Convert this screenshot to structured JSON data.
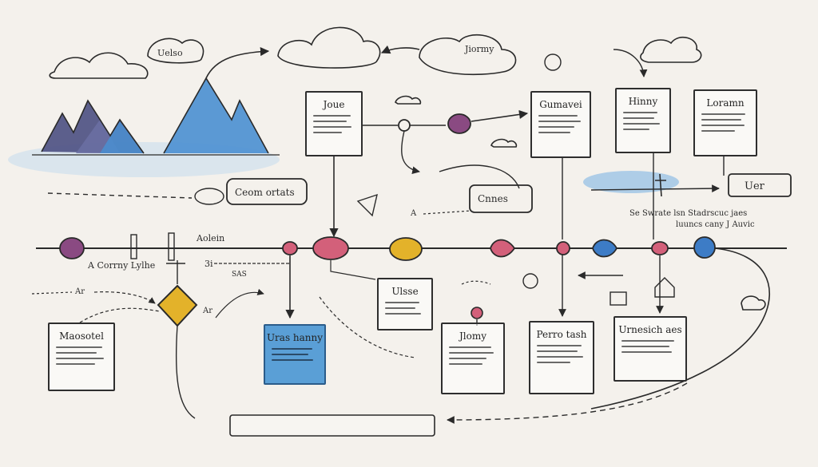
{
  "labels": {
    "cloud_top_left": "Uelso",
    "cloud_top_mid": "Jiormy",
    "card_top_small": "Joue",
    "card_gumavei": "Gumavei",
    "card_hinny": "Hinny",
    "card_loramn": "Loramn",
    "box_mid_left": "Ceom ortats",
    "box_mid_center": "Cnnes",
    "box_mid_right": "Uer",
    "note_right": "Se Swrate lsn Stadrscuc jaes",
    "note_right_2": "luuncs cany J Auvic",
    "note_center_dash": "A",
    "timeline_label_left": "A  Corrny Lylhe",
    "timeline_label_mid": "Aolein",
    "timeline_label_small": "3i",
    "timeline_label_sas": "SAS",
    "note_bottom_left": "Ar",
    "note_bottom_left_2": "Ar",
    "card_maosotel": "Maosotel",
    "card_uras_hanny": "Uras hanny",
    "card_ulesse": "Ulsse",
    "card_jlomy": "Jlomy",
    "card_perro": "Perro tash",
    "card_urnesich": "Urnesich aes"
  },
  "colors": {
    "purple": "#8a4a82",
    "pink": "#d3607a",
    "yellow": "#e3b22a",
    "blue": "#3d7cc6",
    "mountain_dark": "#4b4f82",
    "mountain_blue": "#4a8fd1",
    "wash": "#cfe0ee"
  }
}
